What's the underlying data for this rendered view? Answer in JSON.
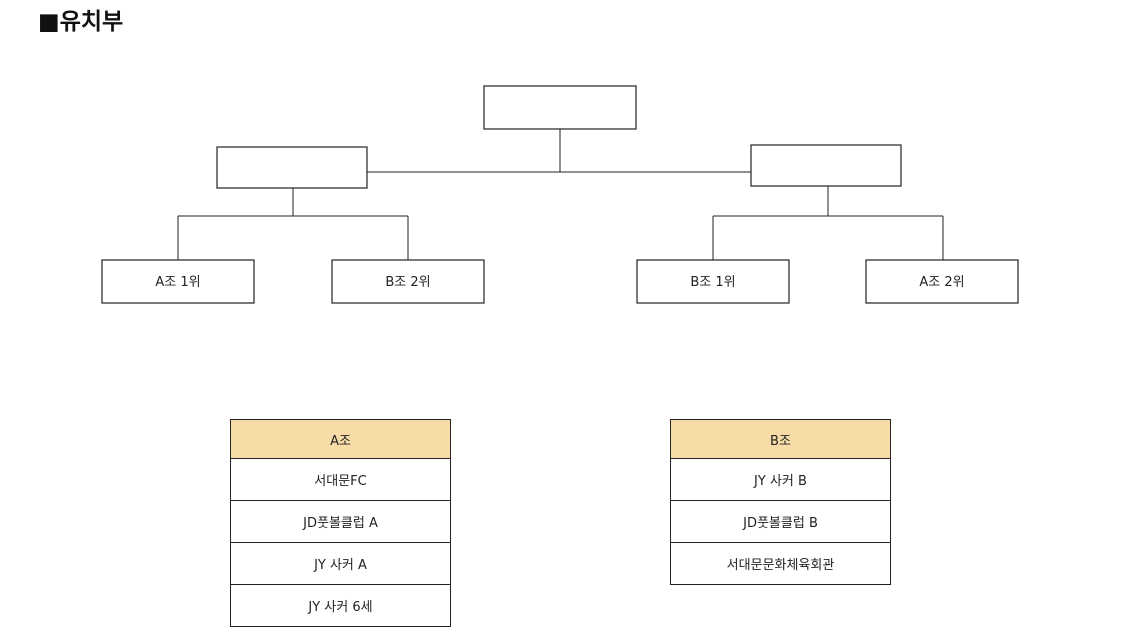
{
  "page": {
    "title": "■유치부"
  },
  "bracket": {
    "final": "",
    "semifinals": [
      "",
      ""
    ],
    "quarterfinals": [
      "A조 1위",
      "B조 2위",
      "B조 1위",
      "A조 2위"
    ]
  },
  "groups": [
    {
      "name": "A조",
      "teams": [
        "서대문FC",
        "JD풋볼클럽 A",
        "JY 사커 A",
        "JY 사커 6세"
      ]
    },
    {
      "name": "B조",
      "teams": [
        "JY 사커 B",
        "JD풋볼클럽 B",
        "서대문문화체육회관"
      ]
    }
  ],
  "colors": {
    "group_header_bg": "#f7dca8",
    "line": "#222222"
  }
}
